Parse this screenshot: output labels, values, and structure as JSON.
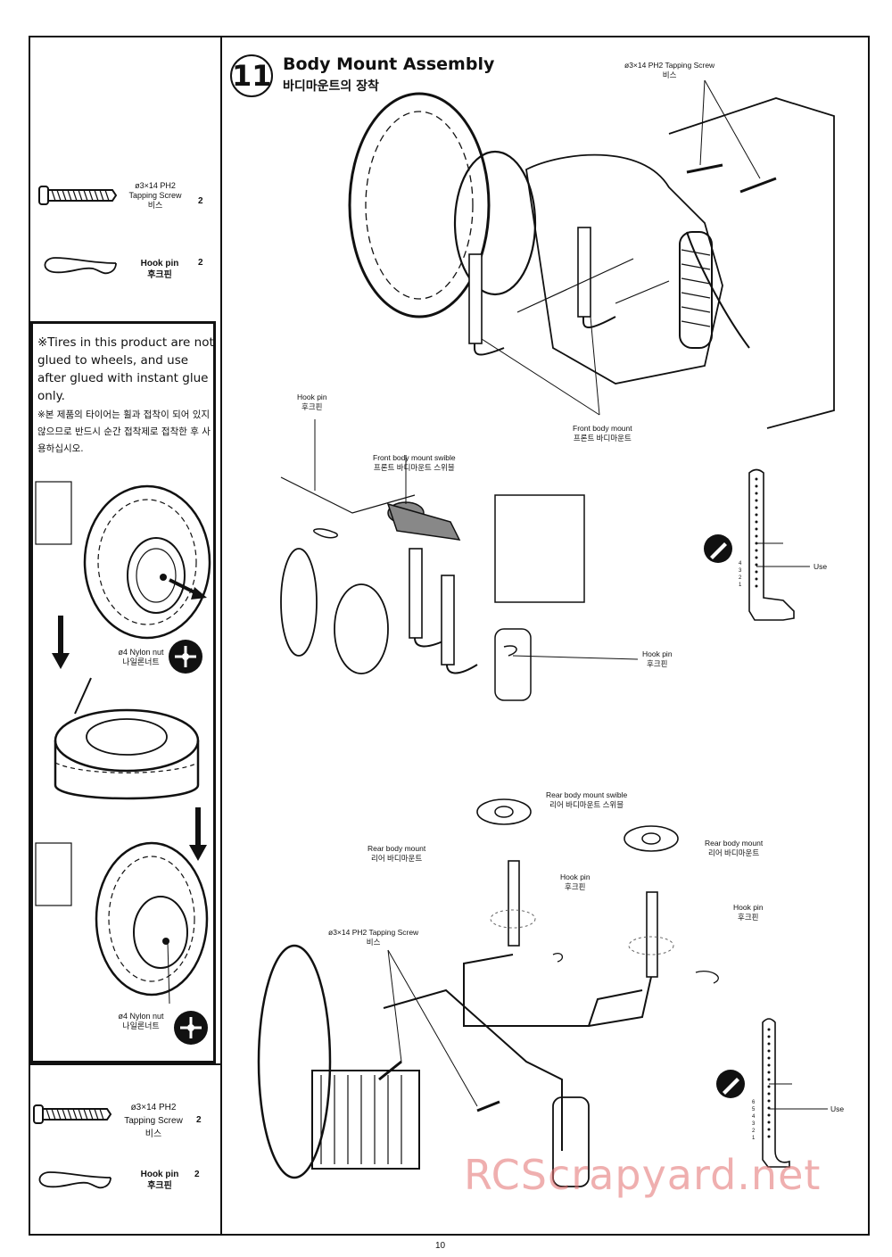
{
  "step": {
    "number": "11",
    "title_en": "Body Mount Assembly",
    "title_ko": "바디마운트의 장착"
  },
  "parts_top": [
    {
      "name": "ø3×14 PH2\nTapping Screw\n비스",
      "qty": "2"
    },
    {
      "name": "Hook pin\n후크핀",
      "qty": "2"
    }
  ],
  "note": {
    "en": "※Tires in this product are not glued to wheels, and use after glued with instant glue only.",
    "ko": "※본 제품의 타이어는 휠과 접착이 되어 있지 않으므로 반드시 순간 접착제로 접착한 후 사용하십시오."
  },
  "nut_labels": [
    "ø4 Nylon nut\n나일론너트",
    "ø4 Nylon nut\n나일론너트"
  ],
  "parts_bottom": [
    {
      "name": "ø3×14 PH2\nTapping Screw\n비스",
      "qty": "2"
    },
    {
      "name": "Hook pin\n후크핀",
      "qty": "2"
    }
  ],
  "labels": {
    "screw_top": "ø3×14 PH2 Tapping Screw\n비스",
    "front_mount": "Front body mount\n프론트 바디마운트",
    "hook_pin_a": "Hook pin\n후크핀",
    "front_swible": "Front body mount swible\n프론트 바디마운트 스위블",
    "hook_pin_b": "Hook pin\n후크핀",
    "use_1": "Use",
    "rear_swible": "Rear body mount swible\n리어 바디마운트 스위블",
    "rear_mount_l": "Rear body mount\n리어 바디마운트",
    "rear_mount_r": "Rear body mount\n리어 바디마운트",
    "hook_pin_c": "Hook pin\n후크핀",
    "hook_pin_d": "Hook pin\n후크핀",
    "screw_bottom": "ø3×14 PH2 Tapping Screw\n비스",
    "use_2": "Use"
  },
  "scale1_ticks": [
    "4",
    "3",
    "2",
    "1"
  ],
  "scale2_ticks": [
    "6",
    "5",
    "4",
    "3",
    "2",
    "1"
  ],
  "watermark": "RCScrapyard.net",
  "page_number": "10"
}
